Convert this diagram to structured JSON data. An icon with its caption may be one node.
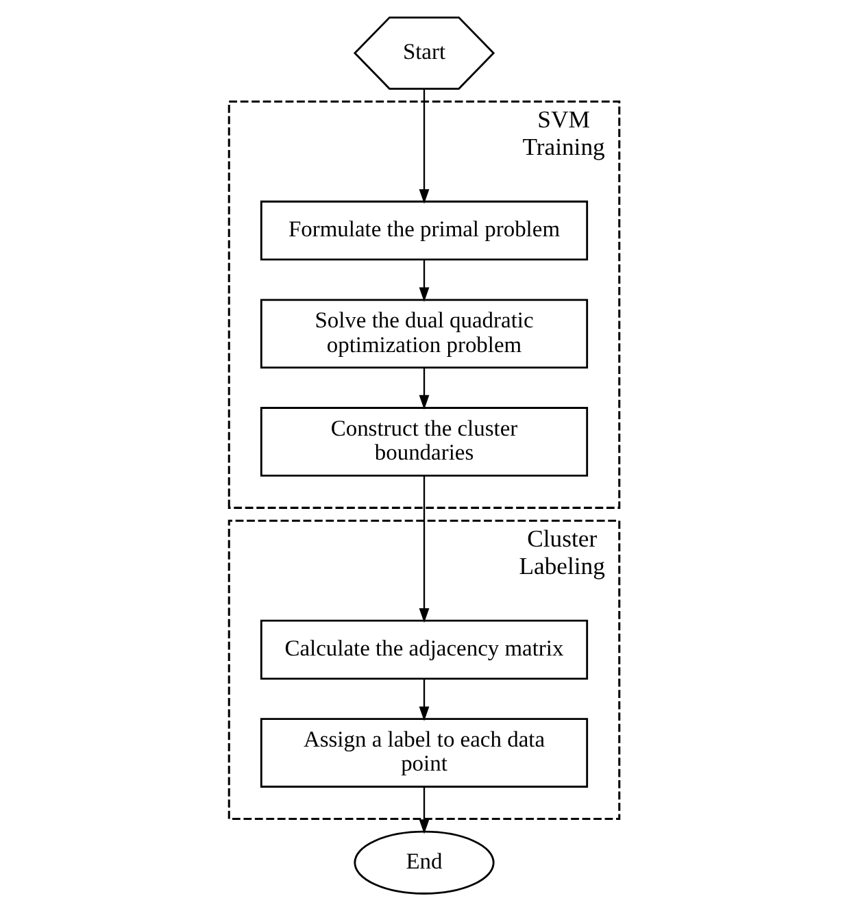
{
  "diagram": {
    "nodes": [
      {
        "text": [
          "Start"
        ]
      },
      {
        "text": [
          "SVM Training"
        ]
      },
      {
        "text": [
          "Formulate the primal problem"
        ],
        "in": 1
      },
      {
        "text": [
          "Solve the dual quadratic optimization problem"
        ],
        "in": 1
      },
      {
        "text": [
          "Construct the cluster boundaries"
        ],
        "in": 1
      },
      {
        "text": [
          "Cluster Labeling"
        ]
      },
      {
        "text": [
          "Calculate the adjacency matrix"
        ],
        "in": 5
      },
      {
        "text": [
          "Assign a label to each data point"
        ],
        "in": 5
      },
      {
        "text": [
          "End"
        ]
      }
    ],
    "edges": [
      {
        "from": 0,
        "to": 2,
        "arrow": "to"
      },
      {
        "from": 2,
        "to": 3,
        "arrow": "to"
      },
      {
        "from": 3,
        "to": 4,
        "arrow": "to"
      },
      {
        "from": 4,
        "to": 6,
        "arrow": "to"
      },
      {
        "from": 6,
        "to": 7,
        "arrow": "to"
      },
      {
        "from": 7,
        "to": 8,
        "arrow": "to"
      }
    ]
  }
}
